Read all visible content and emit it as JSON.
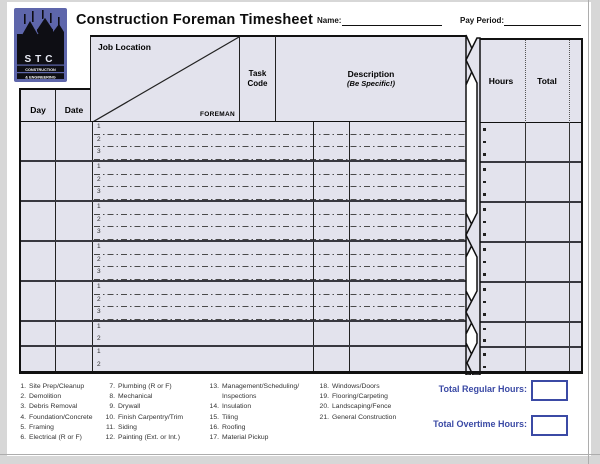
{
  "page": {
    "title": "Construction Foreman Timesheet",
    "name_label": "Name:",
    "pay_period_label": "Pay Period:"
  },
  "logo": {
    "company_abbr": "STC",
    "company_line1": "CONSTRUCTION",
    "company_line2": "& ENGINEERING"
  },
  "table": {
    "columns": {
      "day": "Day",
      "date": "Date",
      "job_location": "Job Location",
      "foreman": "FOREMAN",
      "task_code": "Task Code",
      "description": "Description",
      "description_note": "(Be Specific!)",
      "hours": "Hours",
      "total": "Total"
    },
    "blocks": [
      {
        "label_rows": [
          "1",
          "2",
          "3"
        ]
      },
      {
        "label_rows": [
          "1",
          "2",
          "3"
        ]
      },
      {
        "label_rows": [
          "1",
          "2",
          "3"
        ]
      },
      {
        "label_rows": [
          "1",
          "2",
          "3"
        ]
      },
      {
        "label_rows": [
          "1",
          "2",
          "3"
        ]
      },
      {
        "label_rows": [
          "1",
          "2"
        ]
      },
      {
        "label_rows": [
          "1",
          "2"
        ]
      }
    ]
  },
  "task_code_legend": {
    "columns": [
      [
        {
          "num": "1.",
          "label": "Site Prep/Cleanup"
        },
        {
          "num": "2.",
          "label": "Demolition"
        },
        {
          "num": "3.",
          "label": "Debris Removal"
        },
        {
          "num": "4.",
          "label": "Foundation/Concrete"
        },
        {
          "num": "5.",
          "label": "Framing"
        },
        {
          "num": "6.",
          "label": "Electrical (R or F)"
        }
      ],
      [
        {
          "num": "7.",
          "label": "Plumbing (R or F)"
        },
        {
          "num": "8.",
          "label": "Mechanical"
        },
        {
          "num": "9.",
          "label": "Drywall"
        },
        {
          "num": "10.",
          "label": "Finish Carpentry/Trim"
        },
        {
          "num": "11.",
          "label": "Siding"
        },
        {
          "num": "12.",
          "label": "Painting (Ext. or Int.)"
        }
      ],
      [
        {
          "num": "13.",
          "label": "Management/Scheduling/\nInspections"
        },
        {
          "num": "14.",
          "label": "Insulation"
        },
        {
          "num": "15.",
          "label": "Tiling"
        },
        {
          "num": "16.",
          "label": "Roofing"
        },
        {
          "num": "17.",
          "label": "Material Pickup"
        }
      ],
      [
        {
          "num": "18.",
          "label": "Windows/Doors"
        },
        {
          "num": "19.",
          "label": "Flooring/Carpeting"
        },
        {
          "num": "20.",
          "label": "Landscaping/Fence"
        },
        {
          "num": "21.",
          "label": "General Construction"
        }
      ]
    ]
  },
  "totals": {
    "regular_label": "Total Regular Hours:",
    "overtime_label": "Total Overtime Hours:"
  },
  "colors": {
    "cell_fill": "#e3e3ed",
    "accent_blue": "#3b4aa5",
    "logo_blue": "#5e66ab",
    "line_black": "#111111"
  }
}
